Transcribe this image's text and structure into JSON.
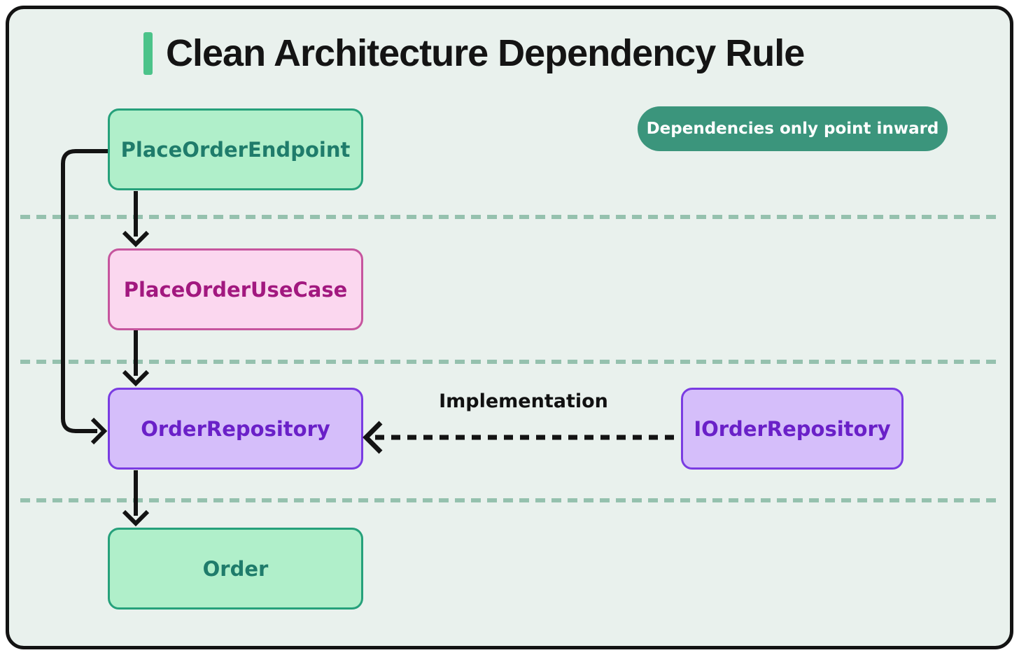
{
  "title": "Clean Architecture Dependency Rule",
  "badge": {
    "label": "Dependencies only point inward"
  },
  "nodes": [
    {
      "id": "endpoint",
      "label": "PlaceOrderEndpoint",
      "variant": "green"
    },
    {
      "id": "usecase",
      "label": "PlaceOrderUseCase",
      "variant": "pink"
    },
    {
      "id": "repository",
      "label": "OrderRepository",
      "variant": "purple"
    },
    {
      "id": "order",
      "label": "Order",
      "variant": "green"
    },
    {
      "id": "irepository",
      "label": "IOrderRepository",
      "variant": "purple"
    }
  ],
  "edges": [
    {
      "from": "endpoint",
      "to": "usecase",
      "style": "solid"
    },
    {
      "from": "usecase",
      "to": "repository",
      "style": "solid"
    },
    {
      "from": "repository",
      "to": "order",
      "style": "solid"
    },
    {
      "from": "endpoint",
      "to": "repository",
      "style": "solid"
    },
    {
      "from": "irepository",
      "to": "repository",
      "style": "dashed",
      "label": "Implementation"
    }
  ],
  "arrow_label": "Implementation",
  "colors": {
    "bg": "#e9f1ed",
    "frame-border": "#131313",
    "accent-green": "#4cc38a",
    "badge-bg": "#3b957c",
    "badge-text": "#ffffff",
    "divider": "#95c1ae",
    "arrow": "#131313",
    "green-bg": "#b0efca",
    "green-border": "#26a17b",
    "green-text": "#1f7c6b",
    "pink-bg": "#fbd7ef",
    "pink-border": "#c6559e",
    "pink-text": "#a2187f",
    "purple-bg": "#d5befa",
    "purple-border": "#7a3ce2",
    "purple-text": "#6a20c8",
    "title-text": "#141414"
  }
}
